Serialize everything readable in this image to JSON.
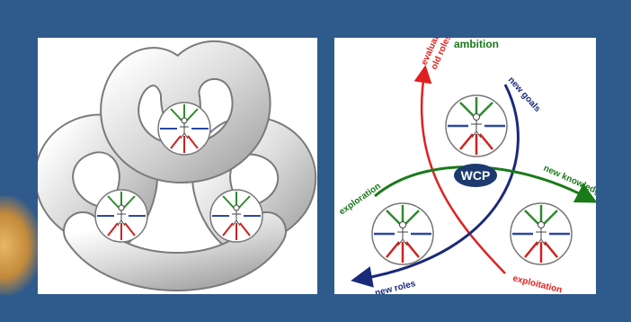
{
  "diagram": {
    "labels": {
      "ambition": "ambition",
      "evaluation": "evaluation",
      "old_roles": "old roles",
      "new_goals": "new goals",
      "exploration": "exploration",
      "wcp": "WCP",
      "new_knowledge": "new knowledge",
      "new_roles": "new roles",
      "exploitation": "exploitation"
    },
    "colors": {
      "background": "#2f5a8c",
      "green": "#1a7a1a",
      "red": "#e02020",
      "navy": "#1a2a7a",
      "wcp_fill": "#1c3a6e"
    }
  }
}
